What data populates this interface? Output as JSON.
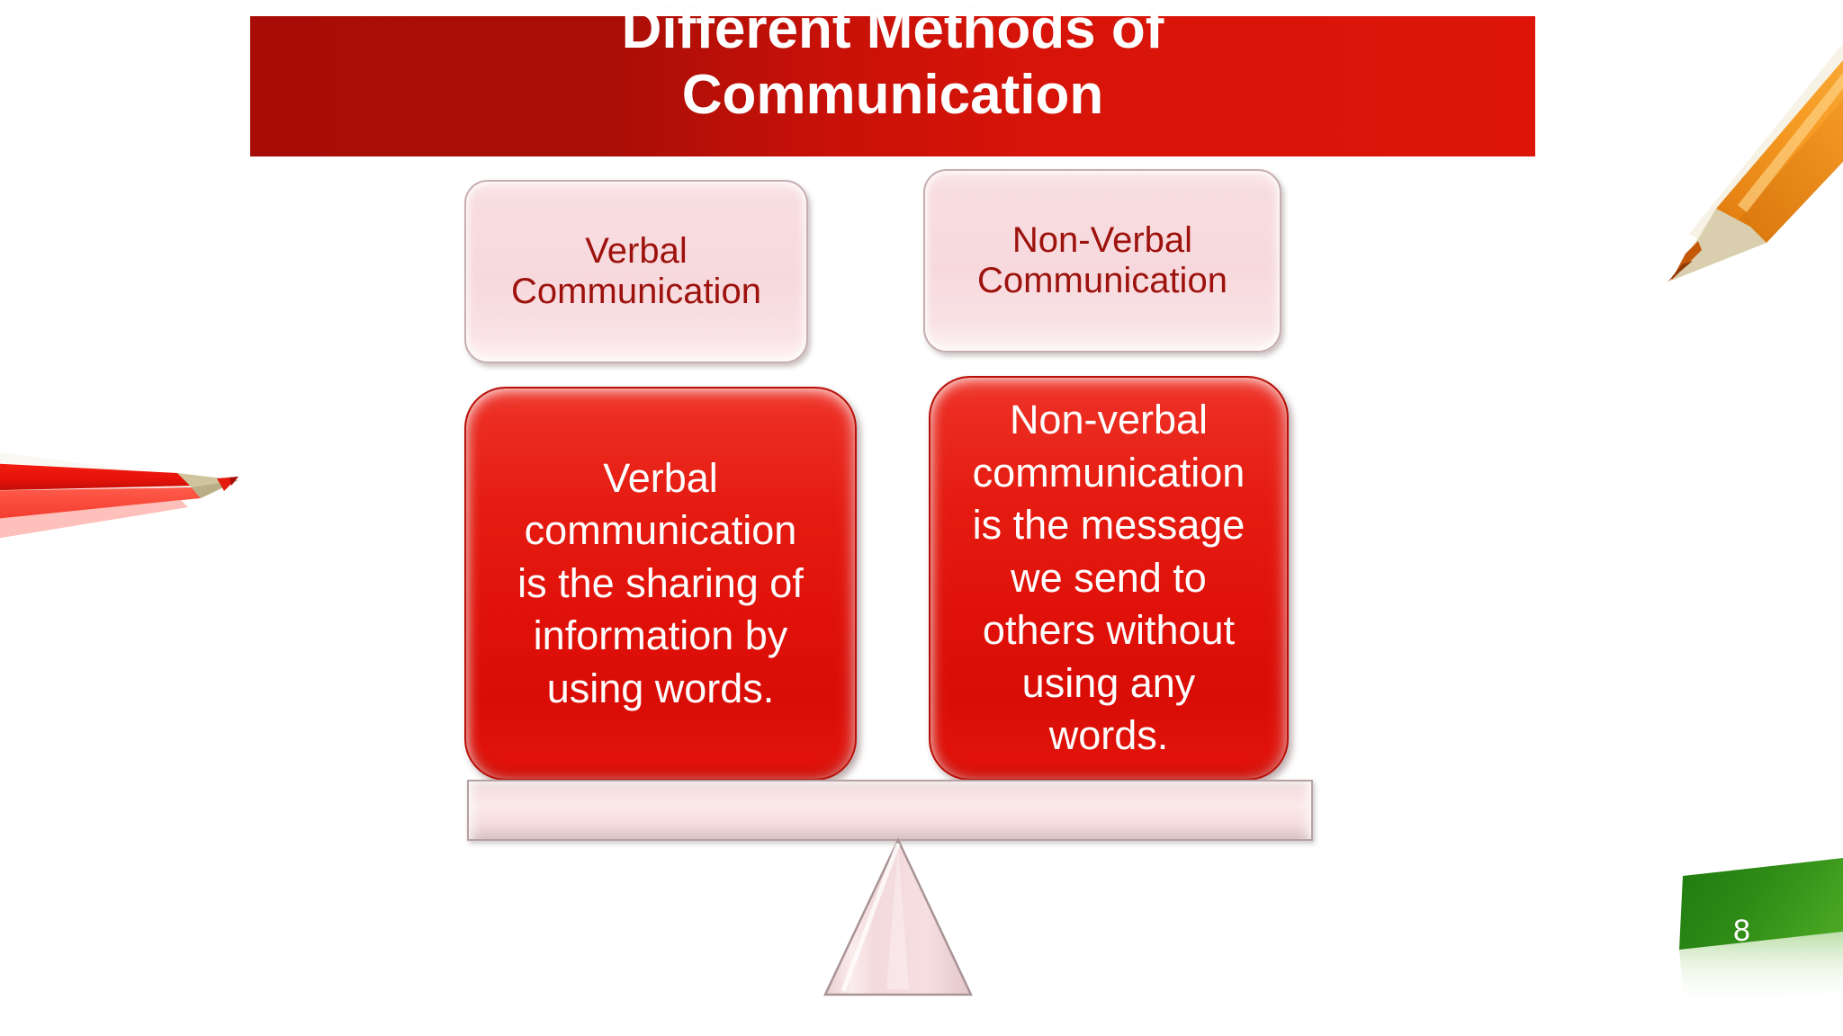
{
  "slide": {
    "title": "Different Methods of\nCommunication",
    "number": "8",
    "background_color": "#ffffff"
  },
  "theme": {
    "banner_gradient_from": "#a70d06",
    "banner_gradient_to": "#dd1509",
    "caption_box_fill": "#f7d9dd",
    "caption_text_color": "#9d120c",
    "description_box_fill": "#e01109",
    "description_text_color": "#ffffff",
    "beam_fill": "#f6dfe1",
    "slide_number_badge_color": "#2e8b16"
  },
  "columns": [
    {
      "caption": "Verbal\nCommunication",
      "description": "Verbal\ncommunication\nis the sharing of\ninformation by\nusing words."
    },
    {
      "caption": "Non-Verbal\nCommunication",
      "description": "Non-verbal\ncommunication\nis the message\nwe send to\nothers without\nusing any\nwords."
    }
  ],
  "decorations": {
    "pencil_orange": "orange-pencil",
    "pencil_red": "red-pencil",
    "balance_beam": "balance-beam",
    "fulcrum": "fulcrum-triangle"
  }
}
